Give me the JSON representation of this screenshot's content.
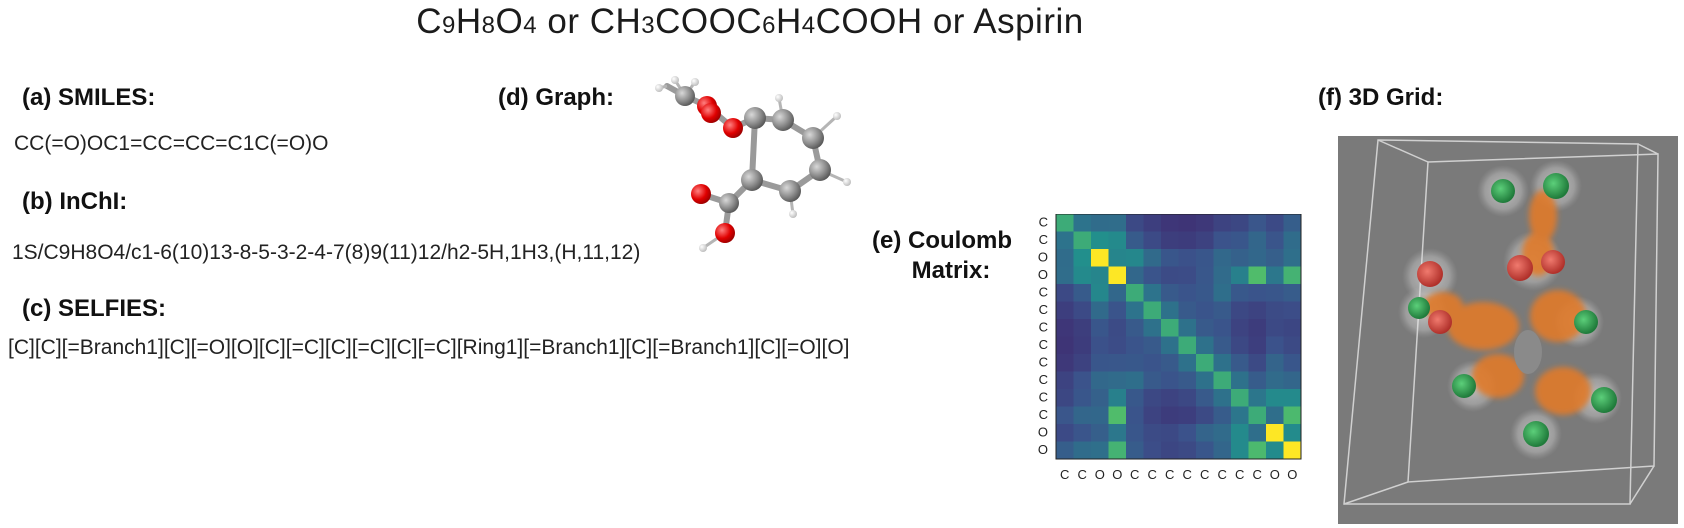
{
  "title": {
    "formula_parts": [
      {
        "t": "C",
        "sub": false
      },
      {
        "t": "9",
        "sub": true
      },
      {
        "t": "H",
        "sub": false
      },
      {
        "t": "8",
        "sub": true
      },
      {
        "t": "O",
        "sub": false
      },
      {
        "t": "4",
        "sub": true
      },
      {
        "t": " or CH",
        "sub": false
      },
      {
        "t": "3",
        "sub": true
      },
      {
        "t": "COOC",
        "sub": false
      },
      {
        "t": "6",
        "sub": true
      },
      {
        "t": "H",
        "sub": false
      },
      {
        "t": "4",
        "sub": true
      },
      {
        "t": "COOH or Aspirin",
        "sub": false
      }
    ]
  },
  "panels": {
    "smiles": {
      "label": "(a) SMILES:",
      "value": "CC(=O)OC1=CC=CC=C1C(=O)O"
    },
    "inchi": {
      "label": "(b) InChI:",
      "value": "1S/C9H8O4/c1-6(10)13-8-5-3-2-4-7(8)9(11)12/h2-5H,1H3,(H,11,12)"
    },
    "selfies": {
      "label": "(c) SELFIES:",
      "value": "[C][C][=Branch1][C][=O][O][C][=C][C][=C][C][=C][Ring1][=Branch1][C][=Branch1][C][=O][O]"
    },
    "graph": {
      "label": "(d) Graph:"
    },
    "coulomb": {
      "label_line1": "(e) Coulomb",
      "label_line2": "Matrix:",
      "atoms": [
        "C",
        "C",
        "O",
        "O",
        "C",
        "C",
        "C",
        "C",
        "C",
        "C",
        "C",
        "C",
        "O",
        "O"
      ]
    },
    "grid": {
      "label": "(f) 3D Grid:"
    }
  },
  "colors": {
    "carbon": "#8c8c8c",
    "oxygen": "#e00000",
    "hydrogen": "#eeeeee",
    "grid_bg": "#7a7a7a",
    "grid_carbon_density": "#e07a2c",
    "grid_oxygen": "#d9443a",
    "grid_other": "#2e9c4b",
    "matrix_low": "#440154",
    "matrix_high": "#fde725"
  }
}
